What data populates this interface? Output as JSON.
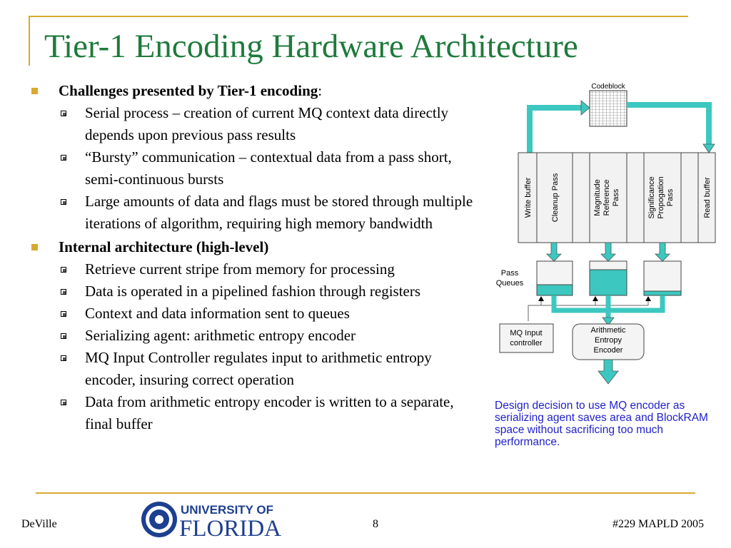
{
  "slide": {
    "title": "Tier-1 Encoding Hardware Architecture"
  },
  "bullets": [
    {
      "text": "Challenges presented by Tier-1 encoding",
      "suffix": ":"
    },
    {
      "text": "Internal architecture (high-level)"
    }
  ],
  "sub_bullets_1": [
    "Serial process – creation of current MQ context data directly depends upon previous pass results",
    "“Bursty” communication – contextual data from a pass short, semi-continuous bursts",
    "Large amounts of data and flags must be stored through multiple iterations of algorithm, requiring high memory bandwidth"
  ],
  "sub_bullets_2": [
    "Retrieve current stripe from memory for processing",
    "Data is operated in a pipelined fashion through registers",
    "Context and data information sent to queues",
    "Serializing agent: arithmetic entropy encoder",
    "MQ Input Controller regulates input to arithmetic entropy encoder, insuring correct operation",
    "Data from arithmetic entropy encoder is written to a separate, final buffer"
  ],
  "diagram": {
    "codeblock_label": "Codeblock",
    "write_buffer": "Write buffer",
    "cleanup_pass": "Cleanup Pass",
    "magnitude_line1": "Magnitude",
    "magnitude_line2": "Reference",
    "magnitude_line3": "Pass",
    "significance_line1": "Significance",
    "significance_line2": "Propogation",
    "significance_line3": "Pass",
    "read_buffer": "Read buffer",
    "pass_queues_line1": "Pass",
    "pass_queues_line2": "Queues",
    "mq_input_line1": "MQ Input",
    "mq_input_line2": "controller",
    "encoder_line1": "Arithmetic",
    "encoder_line2": "Entropy",
    "encoder_line3": "Encoder",
    "accent_color": "#3cc8c0",
    "caption": "Design decision to use MQ encoder as serializing agent saves area and BlockRAM space without sacrificing too much performance."
  },
  "footer": {
    "author": "DeVille",
    "page_number": "8",
    "event": "#229 MAPLD 2005",
    "logo_line1": "UNIVERSITY OF",
    "logo_line2": "FLORIDA"
  }
}
